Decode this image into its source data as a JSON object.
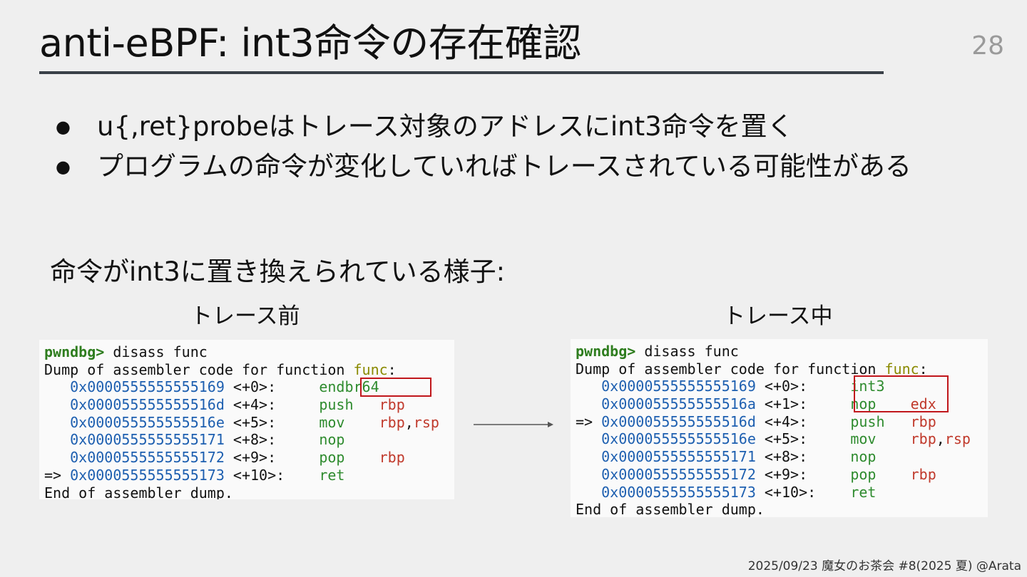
{
  "slide": {
    "title": "anti-eBPF: int3命令の存在確認",
    "page_number": "28",
    "bullets": [
      "u{,ret}probeはトレース対象のアドレスにint3命令を置く",
      "プログラムの命令が変化していればトレースされている可能性がある"
    ],
    "bullet_glyph": "●",
    "caption": "命令がint3に置き換えられている様子:",
    "footer": "2025/09/23 魔女のお茶会 #8(2025 夏) @Arata"
  },
  "before": {
    "label": "トレース前",
    "prompt": "pwndbg>",
    "command": " disass func",
    "dump_header": "Dump of assembler code for function ",
    "func_name": "func",
    "dump_header_colon": ":",
    "rows": [
      {
        "marker": "   ",
        "addr": "0x0000555555555169",
        "off": " <+0>:     ",
        "mnem": "endbr64",
        "op1": "",
        "sep": "",
        "op2": ""
      },
      {
        "marker": "   ",
        "addr": "0x000055555555516d",
        "off": " <+4>:     ",
        "mnem": "push   ",
        "op1": "rbp",
        "sep": "",
        "op2": ""
      },
      {
        "marker": "   ",
        "addr": "0x000055555555516e",
        "off": " <+5>:     ",
        "mnem": "mov    ",
        "op1": "rbp",
        "sep": ",",
        "op2": "rsp"
      },
      {
        "marker": "   ",
        "addr": "0x0000555555555171",
        "off": " <+8>:     ",
        "mnem": "nop",
        "op1": "",
        "sep": "",
        "op2": ""
      },
      {
        "marker": "   ",
        "addr": "0x0000555555555172",
        "off": " <+9>:     ",
        "mnem": "pop    ",
        "op1": "rbp",
        "sep": "",
        "op2": ""
      },
      {
        "marker": "=> ",
        "addr": "0x0000555555555173",
        "off": " <+10>:    ",
        "mnem": "ret",
        "op1": "",
        "sep": "",
        "op2": ""
      }
    ],
    "footer_line": "End of assembler dump."
  },
  "after": {
    "label": "トレース中",
    "prompt": "pwndbg>",
    "command": " disass func",
    "dump_header": "Dump of assembler code for function ",
    "func_name": "func",
    "dump_header_colon": ":",
    "rows": [
      {
        "marker": "   ",
        "addr": "0x0000555555555169",
        "off": " <+0>:     ",
        "mnem": "int3",
        "op1": "",
        "sep": "",
        "op2": ""
      },
      {
        "marker": "   ",
        "addr": "0x000055555555516a",
        "off": " <+1>:     ",
        "mnem": "nop    ",
        "op1": "edx",
        "sep": "",
        "op2": ""
      },
      {
        "marker": "=> ",
        "addr": "0x000055555555516d",
        "off": " <+4>:     ",
        "mnem": "push   ",
        "op1": "rbp",
        "sep": "",
        "op2": ""
      },
      {
        "marker": "   ",
        "addr": "0x000055555555516e",
        "off": " <+5>:     ",
        "mnem": "mov    ",
        "op1": "rbp",
        "sep": ",",
        "op2": "rsp"
      },
      {
        "marker": "   ",
        "addr": "0x0000555555555171",
        "off": " <+8>:     ",
        "mnem": "nop",
        "op1": "",
        "sep": "",
        "op2": ""
      },
      {
        "marker": "   ",
        "addr": "0x0000555555555172",
        "off": " <+9>:     ",
        "mnem": "pop    ",
        "op1": "rbp",
        "sep": "",
        "op2": ""
      },
      {
        "marker": "   ",
        "addr": "0x0000555555555173",
        "off": " <+10>:    ",
        "mnem": "ret",
        "op1": "",
        "sep": "",
        "op2": ""
      }
    ],
    "footer_line": "End of assembler dump."
  },
  "colors": {
    "highlight_box": "#c0161b",
    "address": "#1d5fb0",
    "mnemonic": "#2e8b2e",
    "register": "#c0392b",
    "prompt": "#2e7d1e"
  }
}
